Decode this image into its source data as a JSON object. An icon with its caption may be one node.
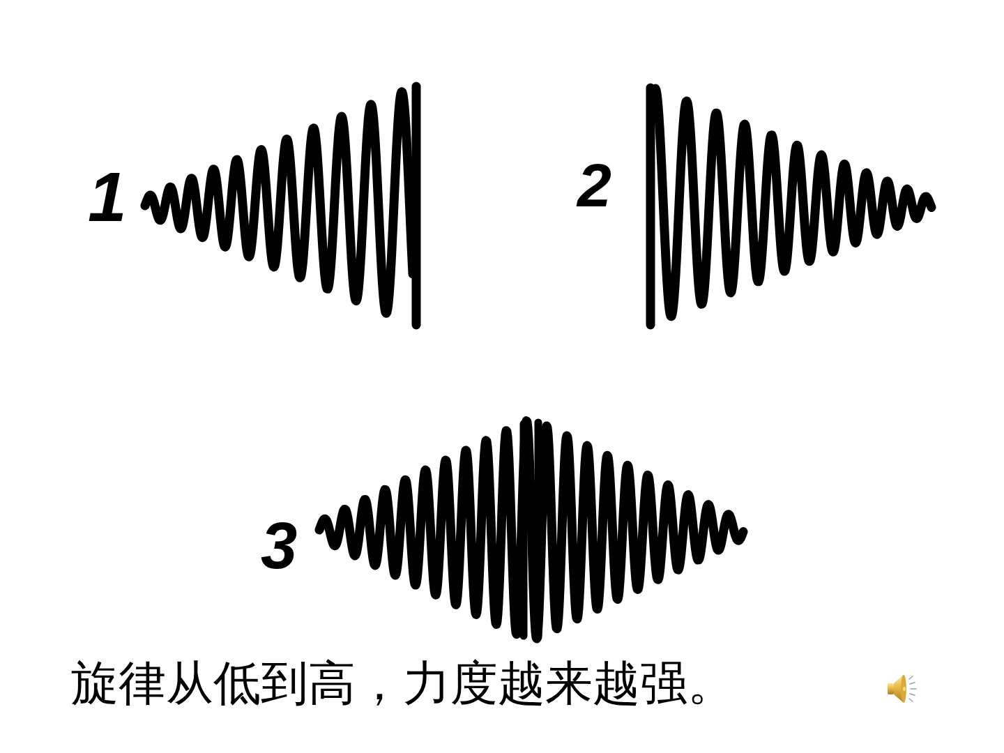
{
  "diagram": {
    "caption": "旋律从低到高，力度越来越强。",
    "labels": [
      "1",
      "2",
      "3"
    ]
  }
}
